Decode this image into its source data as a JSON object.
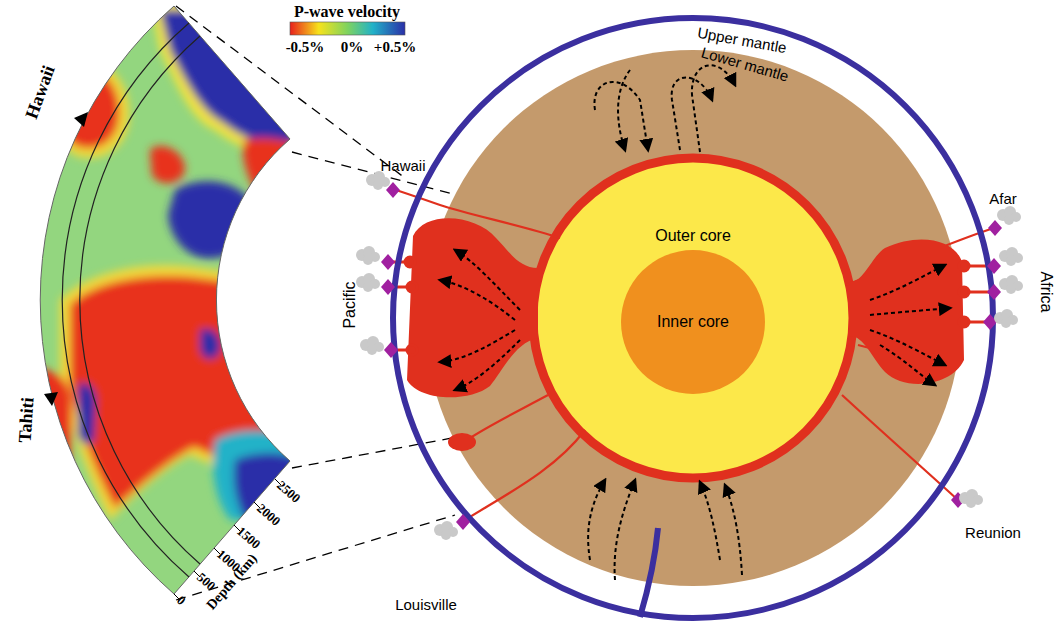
{
  "diagram": {
    "nodes": [
      {
        "text": [
          "Lower mantle"
        ]
      },
      {
        "text": [
          "Outer core"
        ],
        "in": 0
      },
      {
        "text": [
          "Inner core"
        ],
        "in": 1
      }
    ],
    "labels": [
      "P-wave velocity",
      "-0.5%",
      "0%",
      "+0.5%",
      "Hawaii",
      "Tahiti",
      "0",
      "500",
      "1000",
      "1500",
      "2000",
      "2500",
      "Depth (km)",
      "Upper mantle",
      "Hawaii",
      "Pacific",
      "Afar",
      "Africa",
      "Reunion",
      "Louisville"
    ]
  }
}
